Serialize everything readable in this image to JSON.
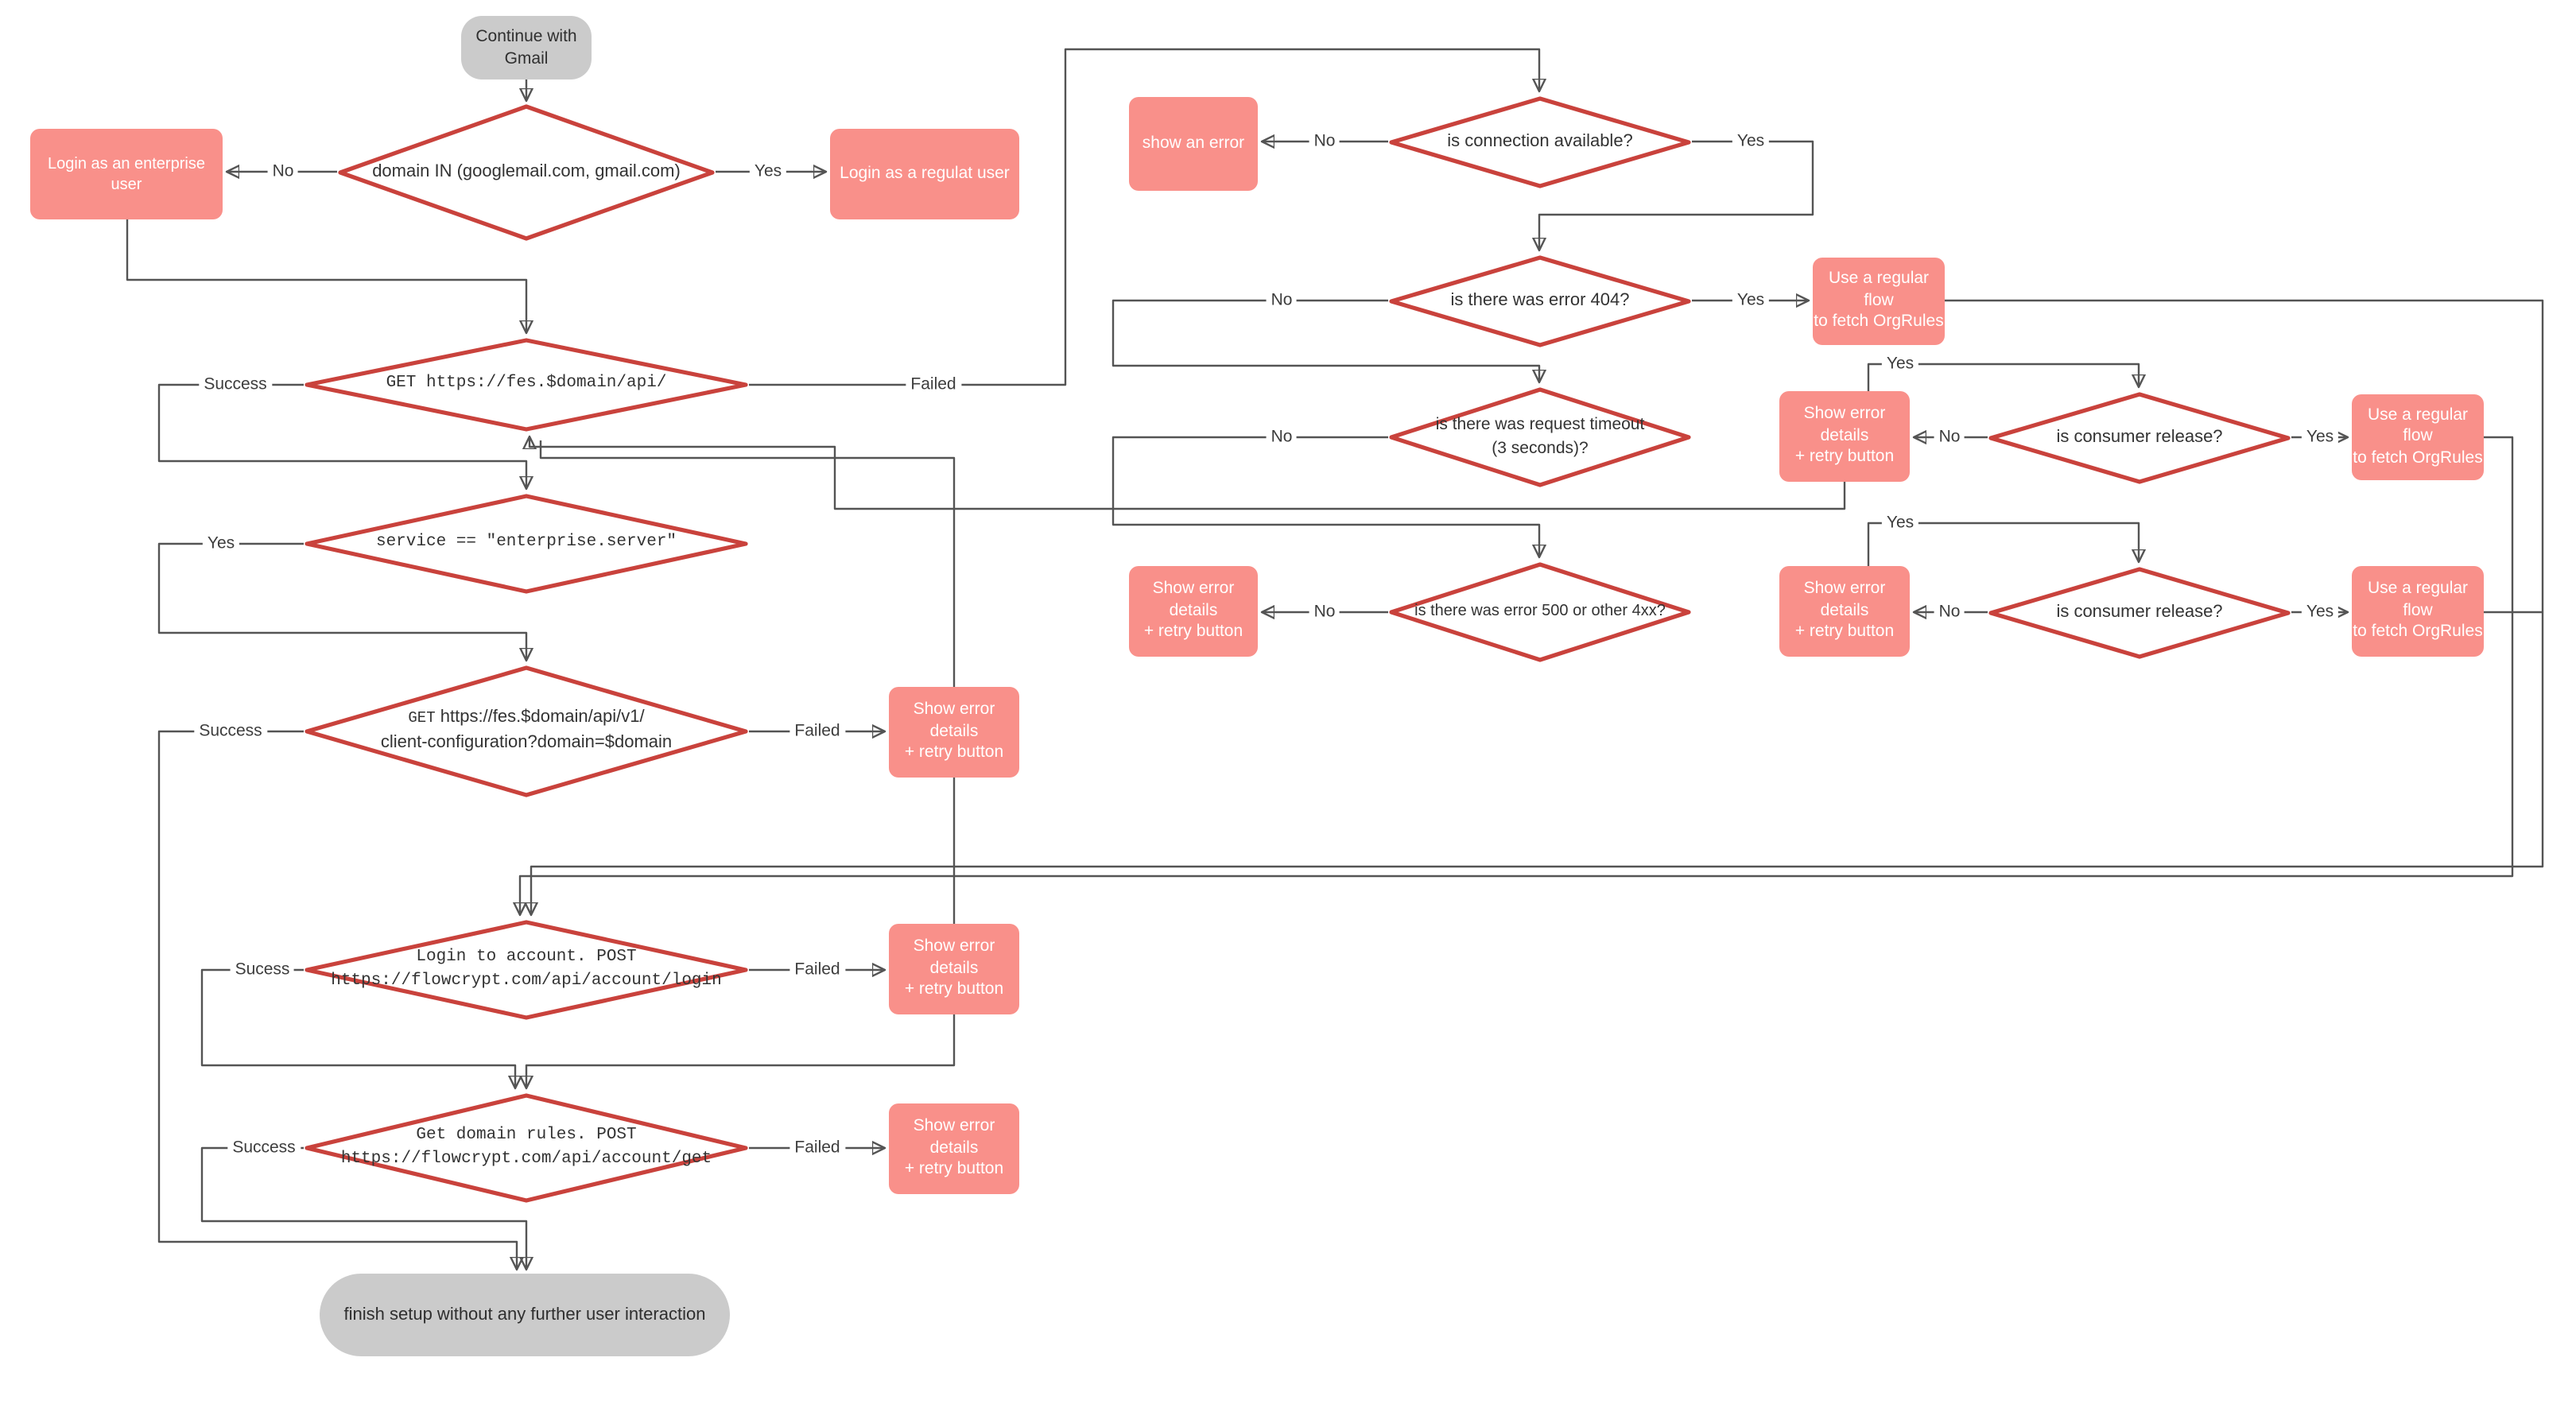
{
  "diagram_title": "Gmail enterprise login setup flow",
  "colors": {
    "process_fill": "#F9908A",
    "process_text": "#FFFFFF",
    "decision_stroke": "#C9423C",
    "decision_fill": "#FFFFFF",
    "terminator_fill": "#CBCBCB",
    "terminator_text": "#2F2F2F",
    "connector": "#545454"
  },
  "nodes": {
    "start": {
      "label": "Continue with Gmail"
    },
    "domain_in": {
      "label": "domain IN (googlemail.com, gmail.com)"
    },
    "login_enterprise": {
      "label": "Login as an enterprise user"
    },
    "login_regular": {
      "label": "Login as a regulat user"
    },
    "get_fes": {
      "label": "GET https://fes.$domain/api/"
    },
    "service": {
      "label": "service == \"enterprise.server\""
    },
    "client_config": {
      "get_prefix": "GET",
      "line1": "https://fes.$domain/api/v1/",
      "line2": "client-configuration?domain=$domain"
    },
    "show_error": {
      "line1": "Show error details",
      "line2": "+ retry button"
    },
    "show_an_error": {
      "label": "show an error"
    },
    "regular_flow": {
      "line1": "Use a regular flow",
      "line2": "to fetch OrgRules"
    },
    "login_account": {
      "line1": "Login to account. POST",
      "line2": "https://flowcrypt.com/api/account/login"
    },
    "get_rules": {
      "line1": "Get domain rules. POST",
      "line2": "https://flowcrypt.com/api/account/get"
    },
    "conn_avail": {
      "label": "is connection available?"
    },
    "err404": {
      "label": "is there was error 404?"
    },
    "timeout": {
      "line1": "is there was request timeout",
      "line2": "(3 seconds)?"
    },
    "err500": {
      "label": "is there was error 500 or other 4xx?"
    },
    "consumer": {
      "label": "is consumer release?"
    },
    "finish": {
      "label": "finish setup without any further user interaction"
    }
  },
  "edge_labels": {
    "yes": "Yes",
    "no": "No",
    "success": "Success",
    "sucess": "Sucess",
    "failed": "Failed"
  }
}
